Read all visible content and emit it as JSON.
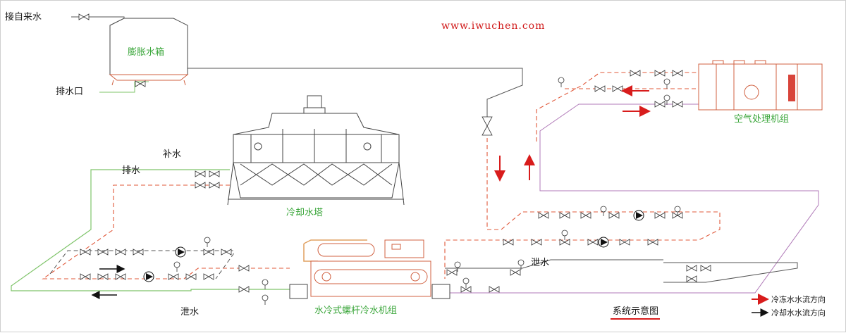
{
  "watermark": "www.iwuchen.com",
  "labels": {
    "water_inlet": "接自来水",
    "expansion_tank": "膨胀水箱",
    "drain_outlet": "排水口",
    "makeup_water": "补水",
    "drain": "排水",
    "cooling_tower": "冷却水塔",
    "ahu": "空气处理机组",
    "bleed_right": "泄水",
    "bleed_left": "泄水",
    "chiller": "水冷式螺杆冷水机组",
    "system_diagram": "系统示意图"
  },
  "legend": {
    "chilled": "冷冻水水流方向",
    "cooling": "冷却水水流方向"
  },
  "colors": {
    "chilled_water": "#e0583a",
    "cooling_water": "#7fc46a",
    "return_purple": "#b07ab8",
    "flow_arrow_red": "#d81c1c",
    "text_green": "#3aa63a",
    "equipment_line": "#444444"
  },
  "icons": [
    "valve-icon",
    "pump-icon",
    "gauge-icon",
    "thermometer-icon",
    "flow-arrow-icon"
  ]
}
